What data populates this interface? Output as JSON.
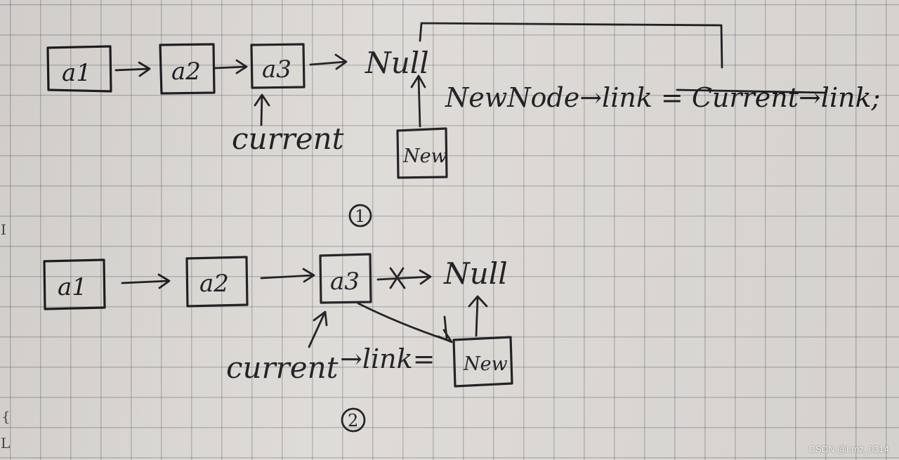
{
  "diagram_1": {
    "nodes": [
      "a1",
      "a2",
      "a3"
    ],
    "null_label": "Null",
    "pointer_label": "current",
    "new_node_label": "New",
    "code": "NewNode→link = Current→link;",
    "step_number": "1"
  },
  "diagram_2": {
    "nodes": [
      "a1",
      "a2",
      "a3"
    ],
    "null_label": "Null",
    "pointer_label": "current",
    "code": "→link=",
    "new_node_label": "New",
    "step_number": "2"
  },
  "margin_marks": [
    "I",
    "{",
    "L"
  ],
  "watermark": "CSDN @Lmz_0314"
}
